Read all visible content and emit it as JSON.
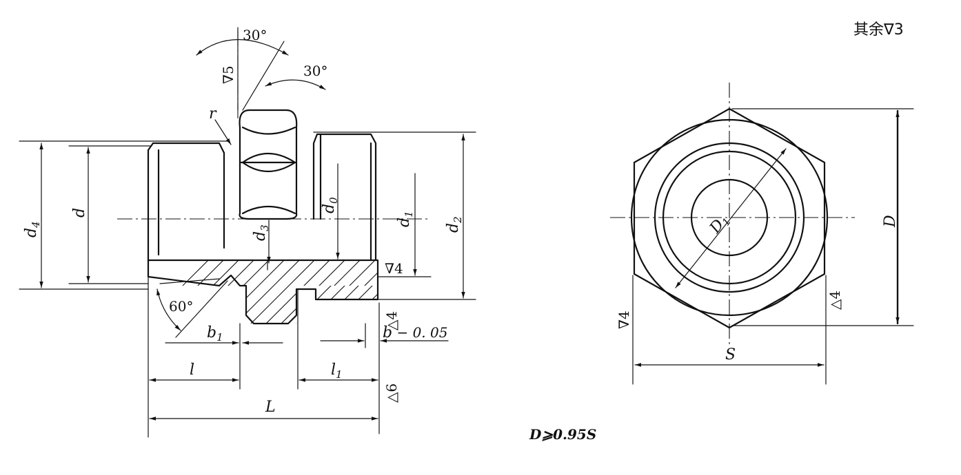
{
  "note_top_right": "其余∇3",
  "formula": "D⩾0.95S",
  "side_view": {
    "d4": {
      "main": "d",
      "sub": "4"
    },
    "d": {
      "main": "d"
    },
    "d3": {
      "main": "d",
      "sub": "3"
    },
    "d0": {
      "main": "d",
      "sub": "0"
    },
    "d1": {
      "main": "d",
      "sub": "1"
    },
    "d2": {
      "main": "d",
      "sub": "2"
    },
    "r": "r",
    "angle_top_1": "30°",
    "angle_top_2": "30°",
    "angle_thread": "60°",
    "finish_v5": "∇5",
    "finish_v4": "∇4",
    "finish_d4": "△4",
    "finish_d6": "△6",
    "b1": {
      "main": "b",
      "sub": "1"
    },
    "b_tol": {
      "main": "b",
      "rest": " − 0. 05"
    },
    "l": "l",
    "l1": {
      "main": "l",
      "sub": "1"
    },
    "L": "L"
  },
  "end_view": {
    "D": "D",
    "S": "S",
    "D1": {
      "main": "D",
      "sub": "1"
    },
    "finish_v4": "∇4",
    "finish_d4": "△4"
  }
}
